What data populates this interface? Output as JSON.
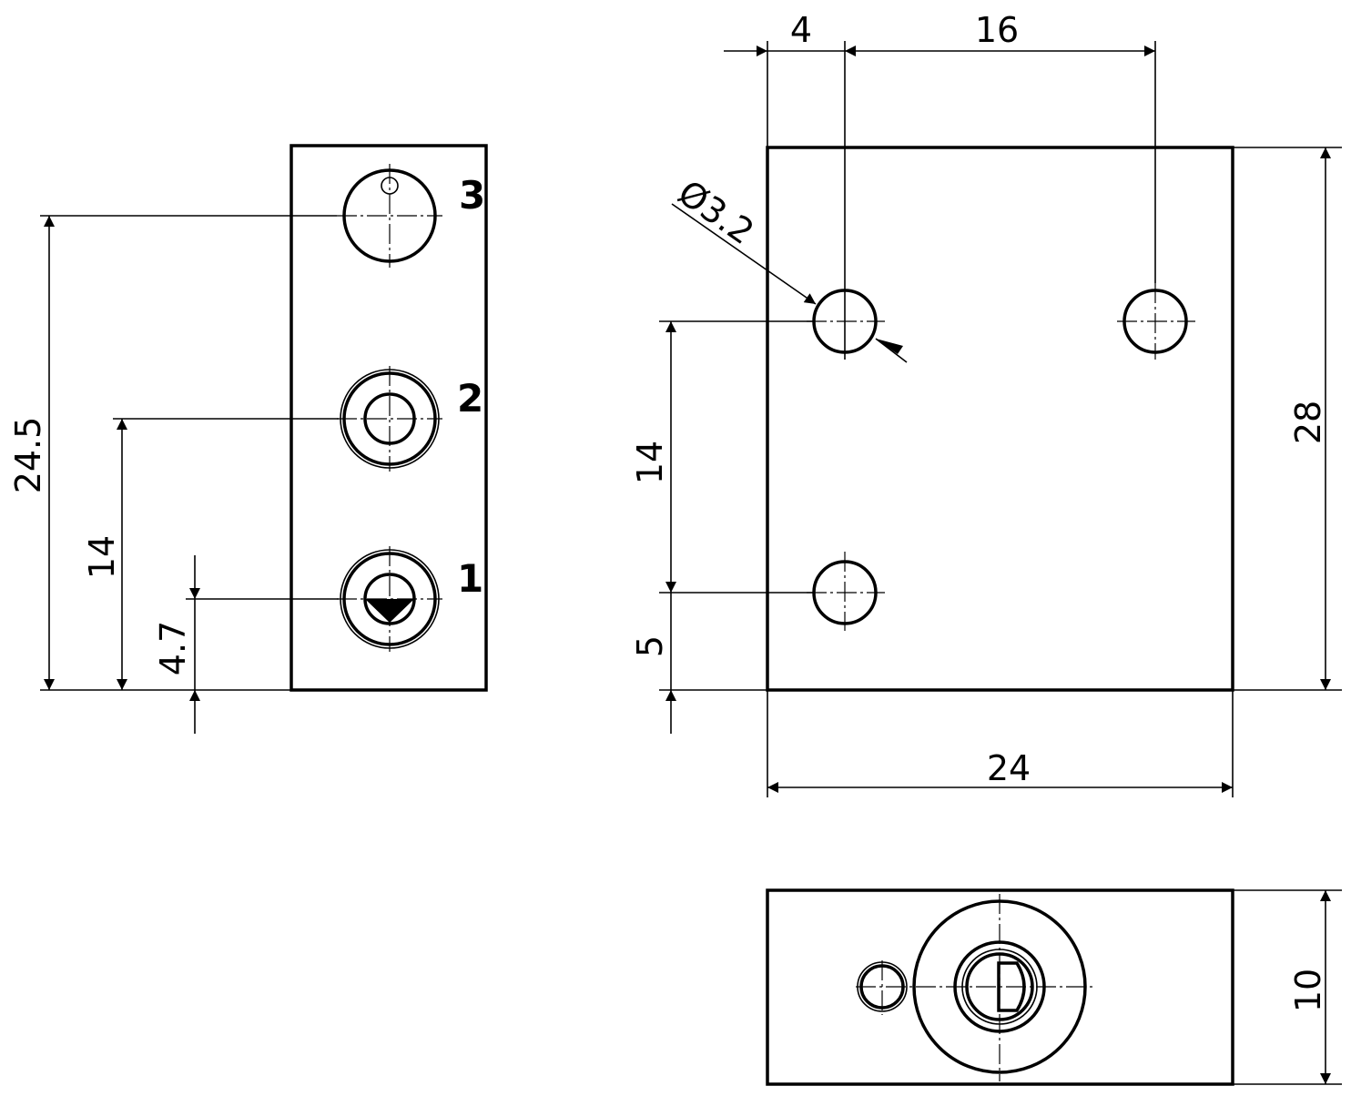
{
  "drawing": {
    "side_view": {
      "ports": [
        {
          "label": "3"
        },
        {
          "label": "2"
        },
        {
          "label": "1"
        }
      ],
      "dimensions": {
        "port3_height": "24.5",
        "port2_height": "14",
        "port1_height": "4.7"
      }
    },
    "front_view": {
      "dimensions": {
        "hole_x_offset": "4",
        "hole_spacing_x": "16",
        "hole_diameter": "Ø3.2",
        "hole_spacing_y": "14",
        "hole_y_offset": "5",
        "height": "28",
        "width": "24"
      }
    },
    "bottom_view": {
      "dimensions": {
        "depth": "10"
      }
    }
  }
}
